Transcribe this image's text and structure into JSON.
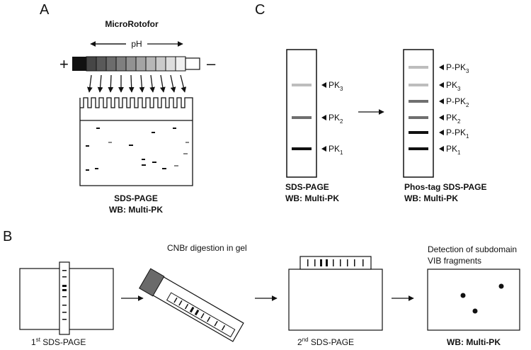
{
  "panels": {
    "a": {
      "letter": "A",
      "device_title": "MicroRotofor",
      "ph_label": "pH",
      "plus": "+",
      "minus": "–",
      "caption_line1": "SDS-PAGE",
      "caption_line2": "WB: Multi-PK"
    },
    "b": {
      "letter": "B",
      "step1_label": "1",
      "step1_sup": "st",
      "step1_rest": " SDS-PAGE",
      "step2_label": "CNBr digestion in gel",
      "step3_label": "2",
      "step3_sup": "nd",
      "step3_rest": " SDS-PAGE",
      "step4_line1": "Detection of subdomain",
      "step4_line2": "VIB fragments",
      "step4_caption": "WB: Multi-PK"
    },
    "c": {
      "letter": "C",
      "left_bands": [
        {
          "base": "PK",
          "sub": "3",
          "color": "#bdbdbd"
        },
        {
          "base": "PK",
          "sub": "2",
          "color": "#6f6f6f"
        },
        {
          "base": "PK",
          "sub": "1",
          "color": "#111111"
        }
      ],
      "right_bands": [
        {
          "base": "P-PK",
          "sub": "3",
          "color": "#bdbdbd"
        },
        {
          "base": "PK",
          "sub": "3",
          "color": "#bdbdbd"
        },
        {
          "base": "P-PK",
          "sub": "2",
          "color": "#6f6f6f"
        },
        {
          "base": "PK",
          "sub": "2",
          "color": "#6f6f6f"
        },
        {
          "base": "P-PK",
          "sub": "1",
          "color": "#111111"
        },
        {
          "base": "PK",
          "sub": "1",
          "color": "#111111"
        }
      ],
      "left_caption_line1": "SDS-PAGE",
      "left_caption_line2": "WB: Multi-PK",
      "right_caption_line1": "Phos-tag SDS-PAGE",
      "right_caption_line2": "WB: Multi-PK"
    }
  },
  "colors": {
    "gradient_dark": "#333333",
    "gradient_light": "#f2f2f2",
    "gel_tip": "#6a6a6a"
  }
}
